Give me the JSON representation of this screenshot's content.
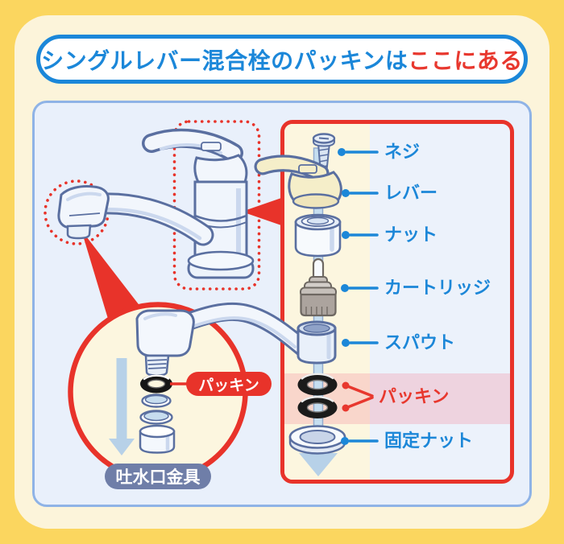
{
  "title": {
    "main": "シングルレバー混合栓のパッキンは",
    "highlight": "ここにある"
  },
  "diagram": {
    "part_labels": [
      {
        "id": "screw",
        "label": "ネジ"
      },
      {
        "id": "lever",
        "label": "レバー"
      },
      {
        "id": "nut",
        "label": "ナット"
      },
      {
        "id": "cartridge",
        "label": "カートリッジ"
      },
      {
        "id": "spout",
        "label": "スパウト"
      },
      {
        "id": "packing",
        "label": "パッキン",
        "highlighted": true
      },
      {
        "id": "fixing-nut",
        "label": "固定ナット"
      }
    ],
    "packing_badge": "パッキン",
    "spout_fitting_badge": "吐水口金具"
  },
  "colors": {
    "background_yellow": "#FBD65F",
    "card_cream": "#FCF4DA",
    "panel_blue": "#E9F0FB",
    "panel_border_blue": "#8FB3E6",
    "title_blue": "#1B87D9",
    "accent_red": "#E8332A",
    "label_blue": "#1C87D8",
    "label_red": "#E8382E",
    "highlight_pink": "#F8DAE0",
    "badge_gray_blue": "#6F7EA8",
    "outline_blue": "#5A6FA0",
    "lever_cream": "#F5EEC9",
    "arrow_light_blue": "#B7D1E8"
  }
}
